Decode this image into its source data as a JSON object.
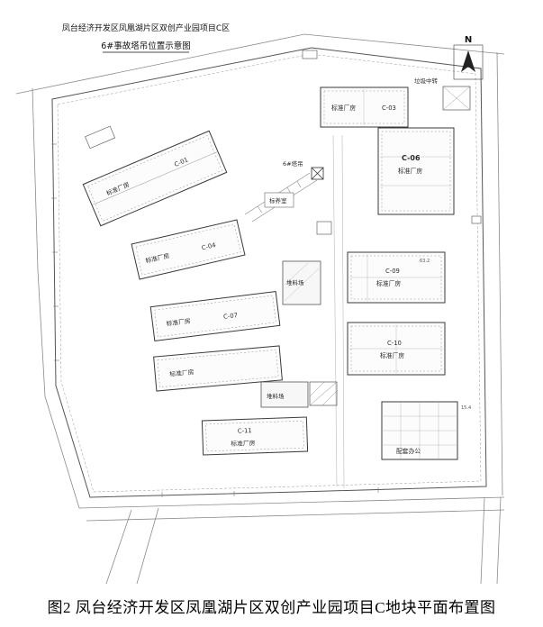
{
  "document": {
    "caption": "图2 凤台经济开发区凤凰湖片区双创产业园项目C地块平面布置图"
  },
  "drawing": {
    "title_line1": "凤台经济开发区凤凰湖片区双创产业园项目C区",
    "title_line2": "6#事故塔吊位置示意图",
    "north_label": "N",
    "buildings": [
      {
        "id": "C-01",
        "type": "标准厂房"
      },
      {
        "id": "C-03",
        "type": "标准厂房"
      },
      {
        "id": "C-04",
        "type": "标准厂房"
      },
      {
        "id": "C-06",
        "type": "标准厂房"
      },
      {
        "id": "C-07",
        "type": "标准厂房"
      },
      {
        "id": "",
        "type": "标准厂房"
      },
      {
        "id": "C-09",
        "type": "标准厂房"
      },
      {
        "id": "C-10",
        "type": "标准厂房"
      },
      {
        "id": "C-11",
        "type": "标准厂房"
      }
    ],
    "labels": {
      "garbage_transfer": "垃圾中转",
      "material_yard_upper": "堆料场",
      "material_yard_lower": "堆料场",
      "office": "配套办公",
      "curing_room": "标养室",
      "crane": "6#塔吊"
    },
    "dims": {
      "d1": "63.2",
      "d2": "15.4"
    },
    "colors": {
      "highlight": "#2f8f2f",
      "line": "#4a4a4a"
    }
  }
}
